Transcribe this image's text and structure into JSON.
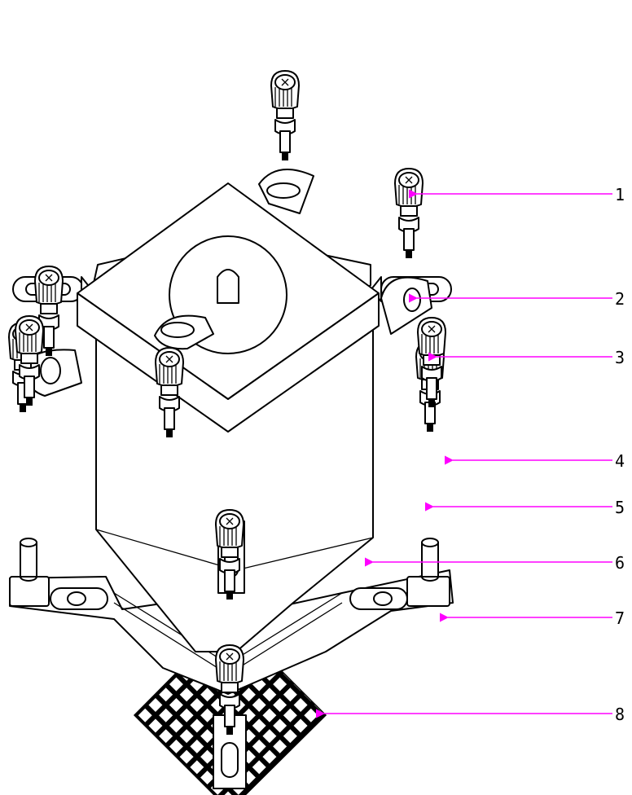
{
  "callouts": [
    {
      "label": "1"
    },
    {
      "label": "2"
    },
    {
      "label": "3"
    },
    {
      "label": "4"
    },
    {
      "label": "5"
    },
    {
      "label": "6"
    },
    {
      "label": "7"
    },
    {
      "label": "8"
    }
  ],
  "colors": {
    "leader": "#ff00ff",
    "line": "#000000",
    "background": "#ffffff"
  },
  "icons": {
    "screw": "thumb-screw-icon",
    "arrow": "leader-arrow-icon"
  }
}
